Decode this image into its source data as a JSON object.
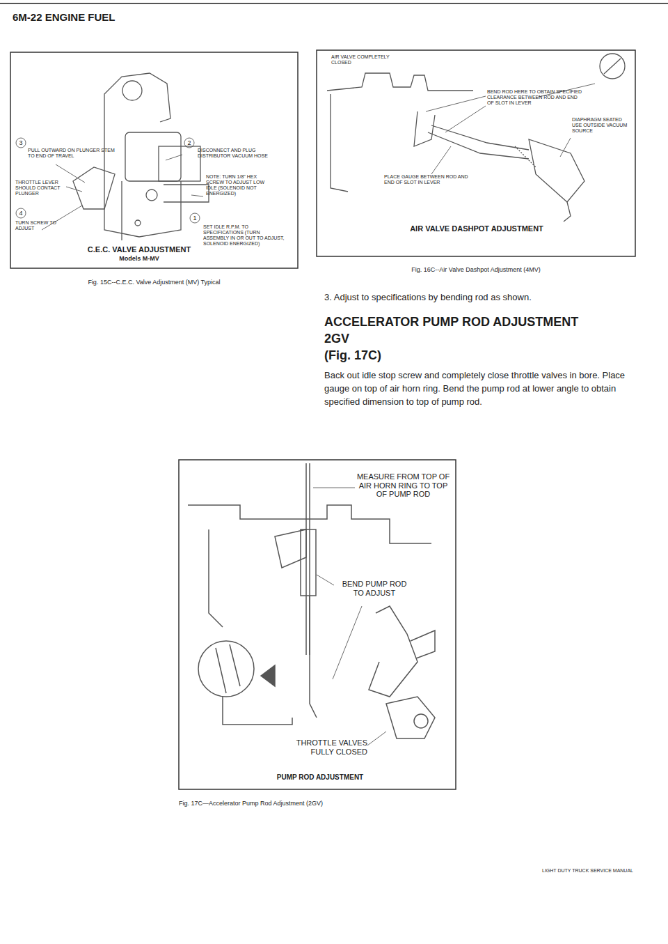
{
  "diagram": {
    "title": "6M-22 ENGINE FUEL",
    "labels": [
      "3",
      "PULL OUTWARD ON PLUNGER STEM TO END OF TRAVEL",
      "2",
      "DISCONNECT AND PLUG DISTRIBUTOR VACUUM HOSE",
      "THROTTLE LEVER SHOULD CONTACT PLUNGER",
      "NOTE: TURN 1/8\" HEX SCREW TO ADJUST LOW IDLE (SOLENOID NOT ENERGIZED)",
      "4",
      "TURN SCREW TO ADJUST",
      "1",
      "SET IDLE R.P.M. TO SPECIFICATIONS (TURN ASSEMBLY IN OR OUT TO ADJUST, SOLENOID ENERGIZED)",
      "C.E.C. VALVE ADJUSTMENT",
      "Models M-MV",
      "Fig. 15C--C.E.C. Valve Adjustment (MV) Typical",
      "AIR VALVE COMPLETELY CLOSED",
      "BEND ROD HERE TO OBTAIN SPECIFIED CLEARANCE BETWEEN ROD AND END OF SLOT IN LEVER",
      "DIAPHRAGM SEATED USE OUTSIDE VACUUM SOURCE",
      "PLACE GAUGE BETWEEN ROD AND END OF SLOT IN LEVER",
      "AIR VALVE DASHPOT ADJUSTMENT",
      "Fig. 16C--Air Valve Dashpot Adjustment (4MV)",
      "3. Adjust to specifications by bending rod as shown.",
      "ACCELERATOR PUMP ROD ADJUSTMENT",
      "2GV",
      "(Fig. 17C)",
      "Back out idle stop screw and completely close throttle valves in bore. Place gauge on top of air horn ring. Bend the pump rod at lower angle to obtain specified dimension to top of pump rod.",
      "MEASURE FROM TOP OF AIR HORN RING TO TOP OF PUMP ROD",
      "BEND PUMP ROD TO ADJUST",
      "THROTTLE VALVES FULLY CLOSED",
      "PUMP ROD ADJUSTMENT",
      "Fig. 17C—Accelerator Pump Rod Adjustment (2GV)",
      "LIGHT DUTY TRUCK SERVICE MANUAL"
    ]
  }
}
